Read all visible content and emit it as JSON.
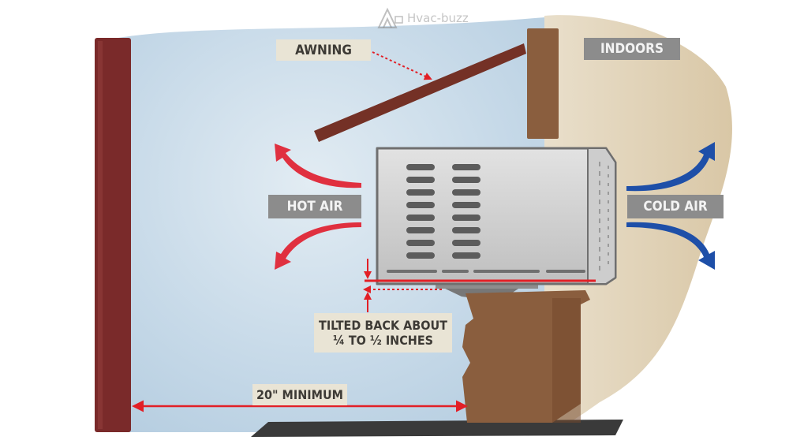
{
  "brand": {
    "name": "Hvac-buzz"
  },
  "labels": {
    "awning": "AWNING",
    "indoors": "INDOORS",
    "hot_air": "HOT AIR",
    "cold_air": "COLD AIR",
    "tilt_line1": "TILTED BACK ABOUT",
    "tilt_line2": "¼ TO ½ INCHES",
    "minimum": "20\" MINIMUM"
  },
  "colors": {
    "outdoor_sky": "#c4d8e8",
    "indoor_wall": "#e9dcc2",
    "fence": "#7a2a2a",
    "wood": "#8a5e3e",
    "awning": "#743126",
    "ac_unit": "#d4d4d4",
    "hot_air": "#e0303f",
    "cold_air": "#1e4fa8",
    "guide_red": "#e21f26",
    "ground": "#3a3a3a"
  },
  "icons": [
    "house-logo-icon",
    "hot-air-arrow-icon",
    "cold-air-arrow-icon"
  ]
}
